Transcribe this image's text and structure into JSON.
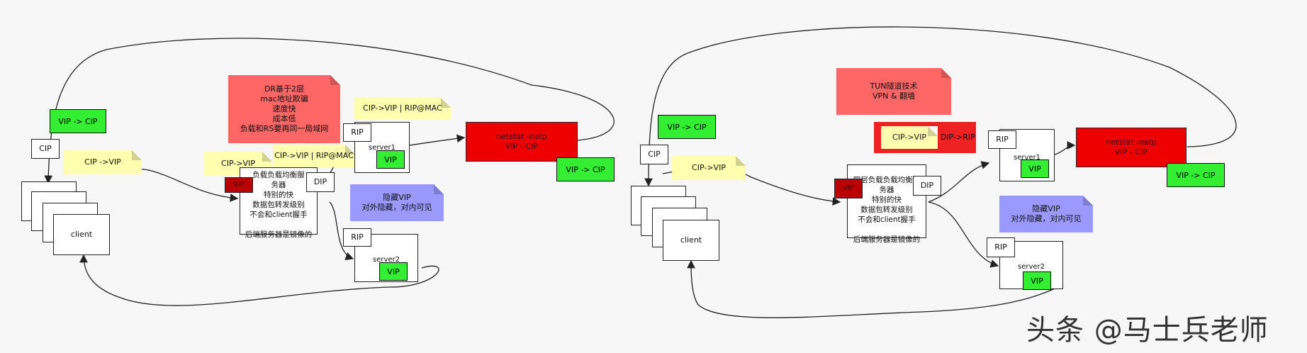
{
  "colors": {
    "red_note": "#ff6666",
    "red_box": "#ee0000",
    "green": "#33ee33",
    "yellow": "#ffffb0",
    "purple": "#9999ff",
    "dark_red": "#bb0000"
  },
  "left": {
    "vip_cip_top": "VIP -> CIP",
    "cip_label": "CIP",
    "cip_vip_note": "CIP ->VIP",
    "client": "client",
    "dr_note": "DR基于2层\nmac地址欺骗\n速度快\n成本低\n负载和RS要再同一局域网",
    "cip_vip_lb": "CIP->VIP",
    "vip_small": "VIP",
    "lb_text": "负载负载均衡服\n务器\n特别的快\n数据包转发级别\n不会和client握手\n\n后端服务器是镜像的",
    "dip": "DIP",
    "cip_vip_mac": "CIP->VIP | RIP@MAC",
    "cip_vip_rip_mac": "CIP->VIP | RIP@MAC",
    "rip1": "RIP",
    "server1": "server1",
    "vip1": "VIP",
    "netstat": "netstat -natp\nVIP - CIP",
    "vip_cip_right": "VIP -> CIP",
    "hidden_vip": "隐藏VIP\n对外隐藏，对内可见",
    "rip2": "RIP",
    "server2": "server2",
    "vip2": "VIP"
  },
  "right": {
    "vip_cip_top": "VIP -> CIP",
    "cip_label": "CIP",
    "cip_vip_note": "CIP->VIP",
    "client": "client",
    "tun_note": "TUN隧道技术\nVPN & 翻墙",
    "cip_vip_inner": "CIP->VIP",
    "dip_rip": "DIP->RIP",
    "vip_small": "VIP",
    "lb_text": "四层负载负载均衡服\n务器\n特别的快\n数据包转发级别\n不会和client握手\n\n后端服务器是镜像的",
    "dip": "DIP",
    "rip1": "RIP",
    "server1": "server1",
    "vip1": "VIP",
    "netstat": "netstat -natp\nVIP - CIP",
    "vip_cip_right": "VIP -> CIP",
    "hidden_vip": "隐藏VIP\n对外隐藏，对内可见",
    "rip2": "RIP",
    "server2": "server2",
    "vip2": "VIP"
  },
  "watermark": "头条 @马士兵老师"
}
